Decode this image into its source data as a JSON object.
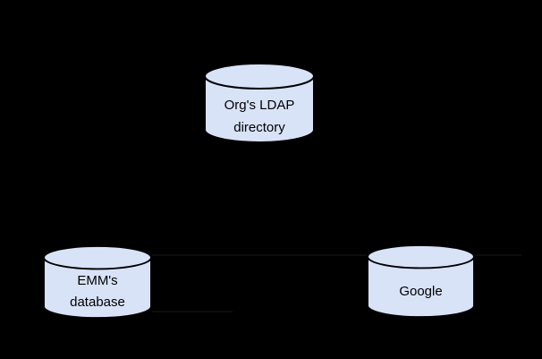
{
  "diagram": {
    "background_color": "#000000",
    "nodes": [
      {
        "id": "org-ldap-directory",
        "type": "database-cylinder",
        "lines": [
          "Org's LDAP",
          "directory"
        ]
      },
      {
        "id": "emm-database",
        "type": "database-cylinder",
        "lines": [
          "EMM's",
          "database"
        ]
      },
      {
        "id": "google",
        "type": "database-cylinder",
        "lines": [
          "Google"
        ]
      }
    ],
    "colors": {
      "cylinder_fill": "#d8e3f8",
      "cylinder_stroke": "#000000",
      "label_text": "#000000",
      "faint_connector": "#0d0d10"
    }
  }
}
